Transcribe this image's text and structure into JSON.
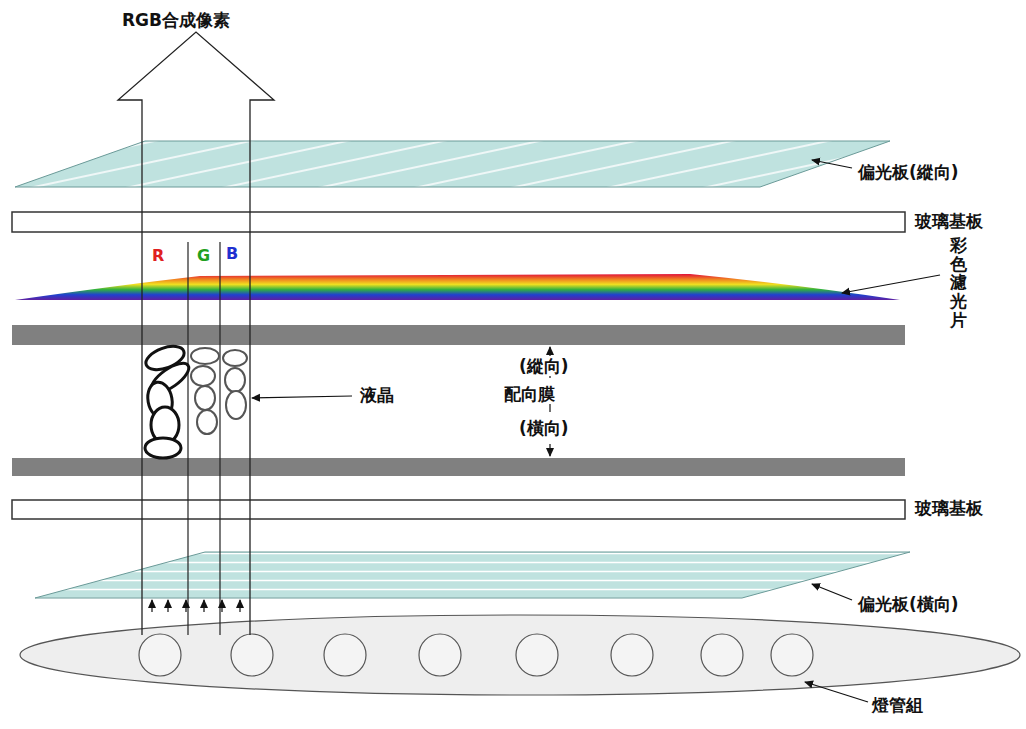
{
  "diagram": {
    "labels": [
      "RGB合成像素",
      "偏光板(縱向)",
      "玻璃基板",
      "R",
      "G",
      "B",
      "彩色濾光片",
      "液晶",
      "(縱向)",
      "配向膜",
      "(橫向)",
      "玻璃基板",
      "偏光板(橫向)",
      "燈管組"
    ]
  }
}
